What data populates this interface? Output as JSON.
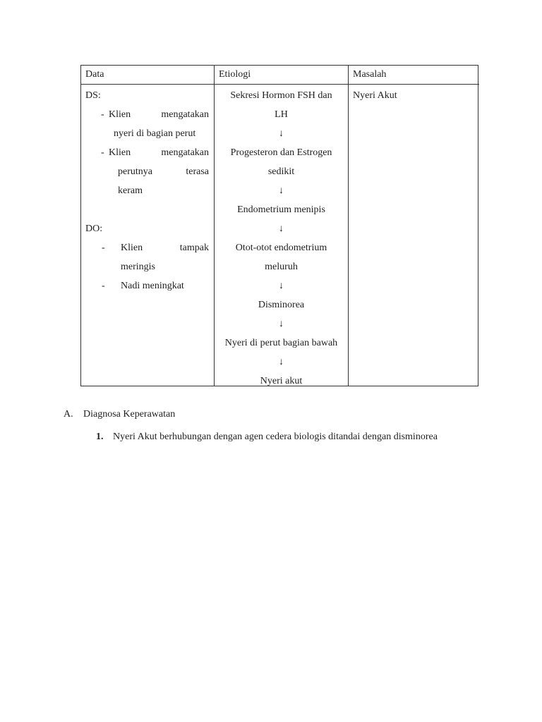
{
  "doc": {
    "table": {
      "headers": [
        "Data",
        "Etiologi",
        "Masalah"
      ],
      "data_col": {
        "ds_label": "DS:",
        "dash": "-",
        "item1_word1": "Klien",
        "item1_word2": "mengatakan",
        "item1_cont": "nyeri di bagian perut",
        "item2_word1": "Klien",
        "item2_word2": "mengatakan",
        "item2_cont_word1": "perutnya",
        "item2_cont_word2": "terasa",
        "item2_cont2": "keram",
        "do_label": "DO:",
        "item3_word1": "Klien",
        "item3_word2": "tampak",
        "item3_cont": "meringis",
        "item4_text": "Nadi meningkat"
      },
      "etiologi": {
        "arrow": "↓",
        "steps": [
          [
            "Sekresi Hormon FSH dan",
            "LH"
          ],
          [
            "Progesteron dan Estrogen",
            "sedikit"
          ],
          [
            "Endometrium menipis"
          ],
          [
            "Otot-otot endometrium",
            "meluruh"
          ],
          [
            "Disminorea"
          ],
          [
            "Nyeri di perut bagian bawah"
          ],
          [
            "Nyeri akut"
          ]
        ]
      },
      "masalah": "Nyeri Akut"
    },
    "section": {
      "letter": "A.",
      "title": "Diagnosa Keperawatan",
      "item_number": "1.",
      "item_text": "Nyeri Akut berhubungan dengan agen cedera biologis ditandai dengan disminorea"
    }
  }
}
